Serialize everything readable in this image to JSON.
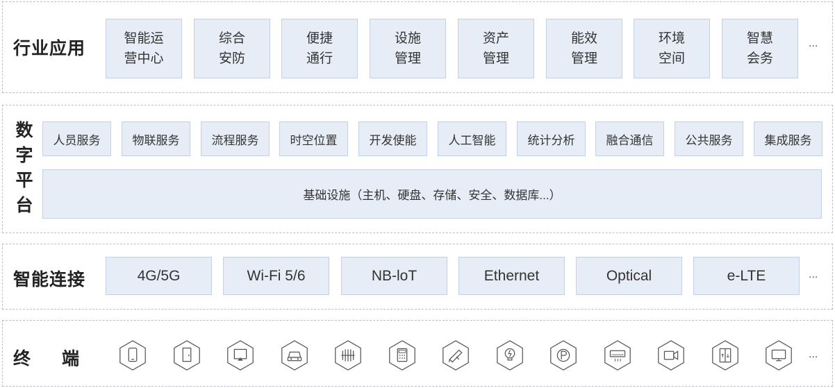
{
  "industry": {
    "title": "行业应用",
    "items": [
      {
        "line1": "智能运",
        "line2": "营中心"
      },
      {
        "line1": "综合",
        "line2": "安防"
      },
      {
        "line1": "便捷",
        "line2": "通行"
      },
      {
        "line1": "设施",
        "line2": "管理"
      },
      {
        "line1": "资产",
        "line2": "管理"
      },
      {
        "line1": "能效",
        "line2": "管理"
      },
      {
        "line1": "环境",
        "line2": "空间"
      },
      {
        "line1": "智慧",
        "line2": "会务"
      }
    ],
    "more": "..."
  },
  "platform": {
    "title_chars": [
      "数",
      "字",
      "平",
      "台"
    ],
    "services": [
      "人员服务",
      "物联服务",
      "流程服务",
      "时空位置",
      "开发使能",
      "人工智能",
      "统计分析",
      "融合通信",
      "公共服务",
      "集成服务"
    ],
    "infrastructure": "基础设施（主机、硬盘、存储、安全、数据库...）"
  },
  "connectivity": {
    "title": "智能连接",
    "items": [
      "4G/5G",
      "Wi-Fi 5/6",
      "NB-loT",
      "Ethernet",
      "Optical",
      "e-LTE"
    ],
    "more": "..."
  },
  "terminal": {
    "title_chars": [
      "终",
      "端"
    ],
    "icons": [
      "phone-icon",
      "door-icon",
      "screen-cast-icon",
      "car-icon",
      "heater-icon",
      "control-panel-icon",
      "camera-icon",
      "lightbulb-icon",
      "parking-icon",
      "air-conditioner-icon",
      "video-camera-icon",
      "elevator-icon",
      "monitor-icon"
    ],
    "more": "..."
  },
  "colors": {
    "box_fill": "#e7edf7",
    "box_border": "#c3cfe2",
    "dashed_border": "#b9bec8",
    "icon_stroke": "#555555"
  }
}
